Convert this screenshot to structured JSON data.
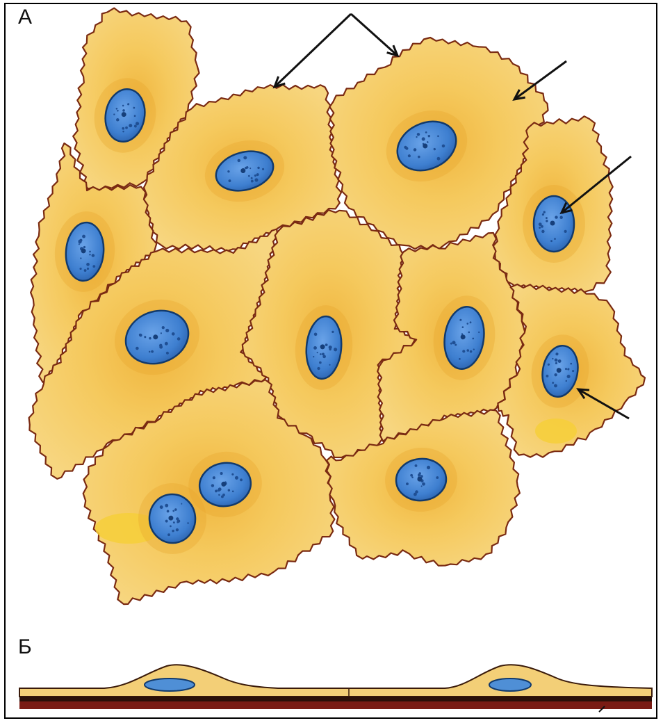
{
  "panels": {
    "a": {
      "label": "А"
    },
    "b": {
      "label": "Б"
    }
  },
  "colors": {
    "cytoplasm": "#f2c04e",
    "cytoplasm_light": "#f8d983",
    "cytoplasm_dark": "#e7a52f",
    "cell_border": "#7a2a12",
    "nucleus": "#3e7fd0",
    "nucleus_dark": "#1f4f94",
    "nucleus_rim": "#123a6c",
    "arrow": "#111111",
    "basement_membrane": "#5a1a10",
    "section_fill": "#f3cf77"
  },
  "diagram": {
    "cell_count": 13,
    "arrow_count": 5,
    "section_nuclei": 2
  }
}
